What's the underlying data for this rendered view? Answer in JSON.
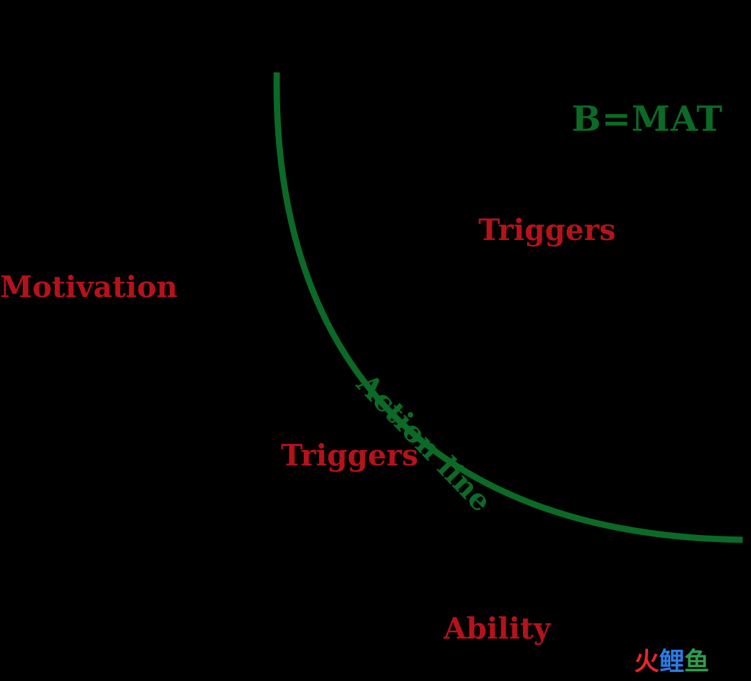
{
  "diagram": {
    "formula": "B=MAT",
    "labels": {
      "triggers_top": "Triggers",
      "motivation": "Motivation",
      "triggers_bottom": "Triggers",
      "ability": "Ability",
      "action_line": "Action line"
    },
    "colors": {
      "background": "#000000",
      "curve": "#0c6a26",
      "label_red": "#b5121b",
      "label_green": "#0c6a26"
    }
  },
  "watermark": {
    "char1": "火",
    "char2": "鲤",
    "char3": "鱼"
  }
}
